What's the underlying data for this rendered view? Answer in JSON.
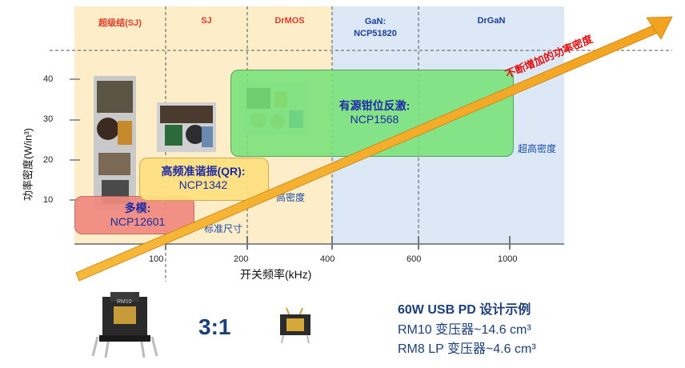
{
  "zones": [
    {
      "label": "超级结(SJ)",
      "color": "#e23a2a"
    },
    {
      "label": "SJ",
      "color": "#e23a2a"
    },
    {
      "label": "DrMOS",
      "color": "#e23a2a"
    },
    {
      "label": "GaN:",
      "label2": "NCP51820",
      "color": "#1c3f9c"
    },
    {
      "label": "DrGaN",
      "color": "#1c3f9c"
    }
  ],
  "axes": {
    "ylabel": "功率密度(W/in³)",
    "xlabel": "开关频率(kHz)",
    "yticks": [
      "40",
      "30",
      "20",
      "10"
    ],
    "xticks": [
      "100",
      "200",
      "400",
      "600",
      "1000"
    ]
  },
  "arrow_label": "不断增加的功率密度",
  "boxes": [
    {
      "line1": "多模:",
      "line2": "NCP12601",
      "fill": "#f08a80"
    },
    {
      "line1": "高频准谐振(QR):",
      "line2": "NCP1342",
      "fill": "#ffe082"
    },
    {
      "line1": "有源钳位反激:",
      "line2": "NCP1568",
      "fill": "#8fe08f"
    }
  ],
  "density_labels": {
    "standard": "标准尺寸",
    "high": "高密度",
    "ultra": "超高密度"
  },
  "bottom": {
    "ratio": "3:1",
    "title": "60W USB PD 设计示例",
    "line1": "RM10 变压器~14.6 cm³",
    "line2": "RM8 LP 变压器~4.6 cm³",
    "transformer_mark": "RM10"
  }
}
